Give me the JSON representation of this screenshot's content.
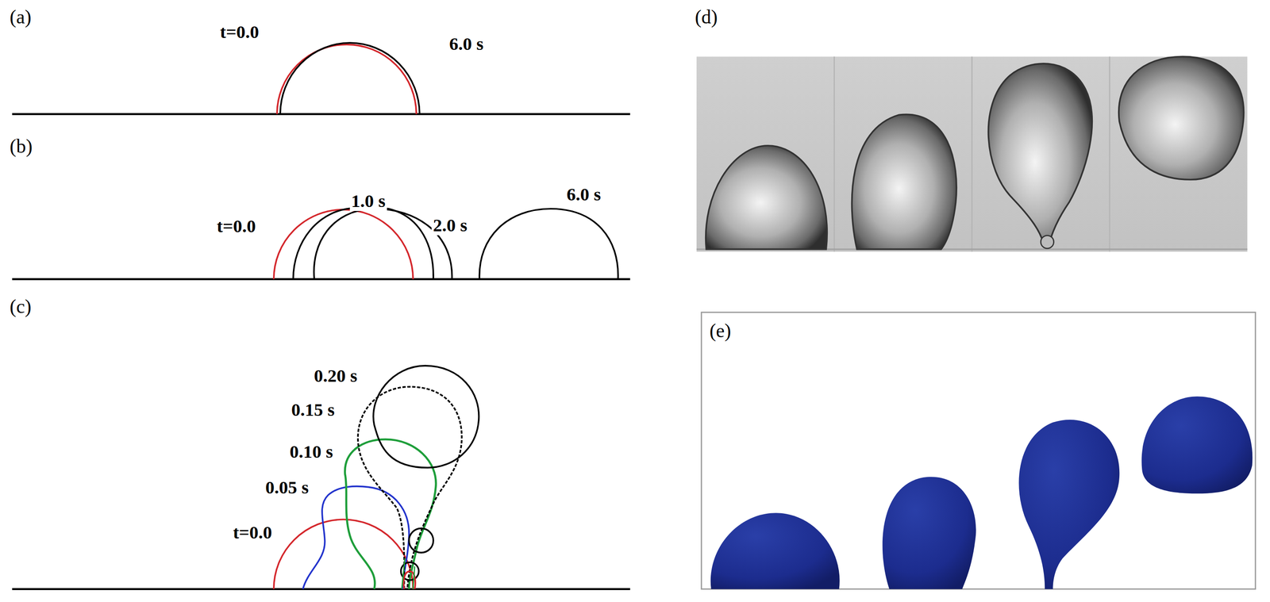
{
  "diagram": {
    "labels": [
      "(a)",
      "t=0.0",
      "6.0 s",
      "(b)",
      "t=0.0",
      "1.0 s",
      "2.0 s",
      "6.0 s",
      "(c)",
      "0.20 s",
      "0.15 s",
      "0.10 s",
      "0.05 s",
      "t=0.0",
      "(d)",
      "(e)"
    ]
  }
}
